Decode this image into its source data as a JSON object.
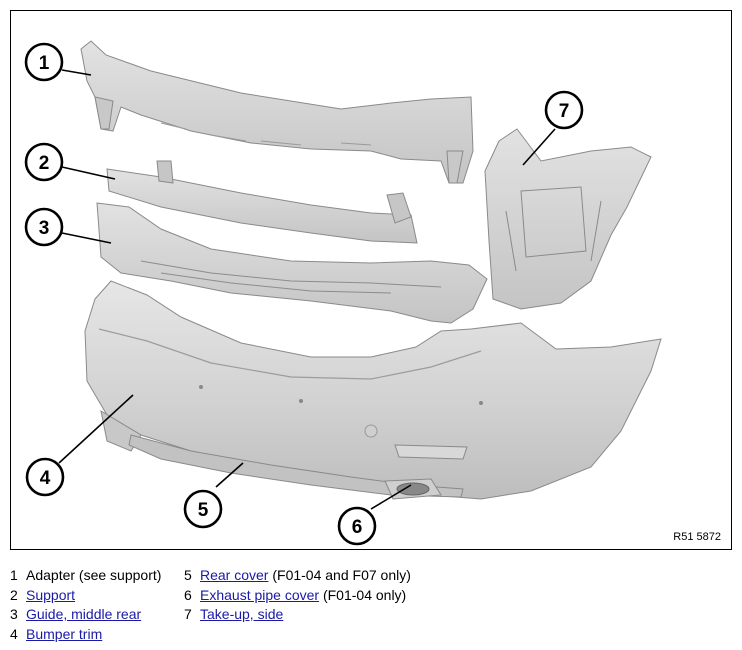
{
  "diagram": {
    "reference_code": "R51 5872",
    "callouts": [
      "1",
      "2",
      "3",
      "4",
      "5",
      "6",
      "7"
    ]
  },
  "legend": {
    "items": [
      {
        "num": "1",
        "label": "Adapter (see support)",
        "note": "",
        "link": false
      },
      {
        "num": "2",
        "label": "Support",
        "note": "",
        "link": true
      },
      {
        "num": "3",
        "label": "Guide, middle rear",
        "note": "",
        "link": true
      },
      {
        "num": "4",
        "label": "Bumper trim",
        "note": "",
        "link": true
      },
      {
        "num": "5",
        "label": "Rear cover",
        "note": " (F01-04 and F07 only)",
        "link": true
      },
      {
        "num": "6",
        "label": "Exhaust pipe cover",
        "note": " (F01-04 only)",
        "link": true
      },
      {
        "num": "7",
        "label": "Take-up, side",
        "note": "",
        "link": true
      }
    ]
  },
  "colors": {
    "part_fill": "#dcdcdc",
    "part_shade": "#bcbcbc",
    "link": "#1a1aa6",
    "border": "#000000"
  }
}
